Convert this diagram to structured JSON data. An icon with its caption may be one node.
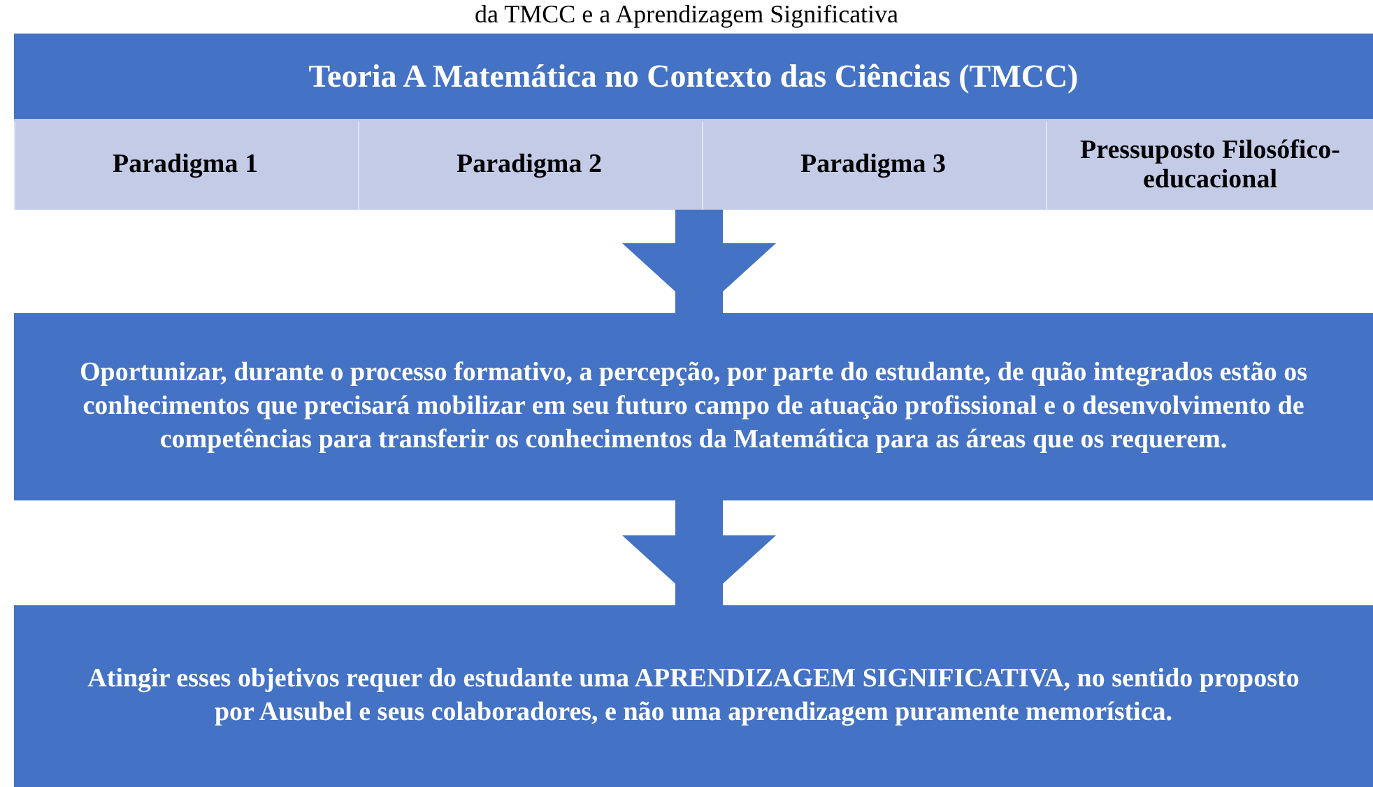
{
  "diagram": {
    "title": "da TMCC e a Aprendizagem Significativa",
    "nodes": [
      {
        "text": [
          "Teoria A Matemática no Contexto das Ciências (TMCC)"
        ]
      },
      {
        "text": [
          "Paradigma 1"
        ],
        "in": 0
      },
      {
        "text": [
          "Paradigma 2"
        ],
        "in": 0
      },
      {
        "text": [
          "Paradigma 3"
        ],
        "in": 0
      },
      {
        "text": [
          "Pressuposto Filosófico-educacional"
        ],
        "in": 0
      },
      {
        "text": [
          "Oportunizar, durante o processo formativo, a percepção, por parte do estudante, de quão integrados estão os conhecimentos que precisará mobilizar em seu futuro campo de atuação profissional e o desenvolvimento de competências para transferir os conhecimentos da Matemática para as áreas que os requerem."
        ]
      },
      {
        "text": [
          "Atingir esses objetivos requer do estudante uma APRENDIZAGEM SIGNIFICATIVA, no sentido proposto por Ausubel e seus colaboradores, e não uma aprendizagem puramente memorística."
        ]
      }
    ],
    "edges": [
      {
        "from": 0,
        "to": 5,
        "arrow": "to"
      },
      {
        "from": 5,
        "to": 6,
        "arrow": "to"
      }
    ]
  }
}
